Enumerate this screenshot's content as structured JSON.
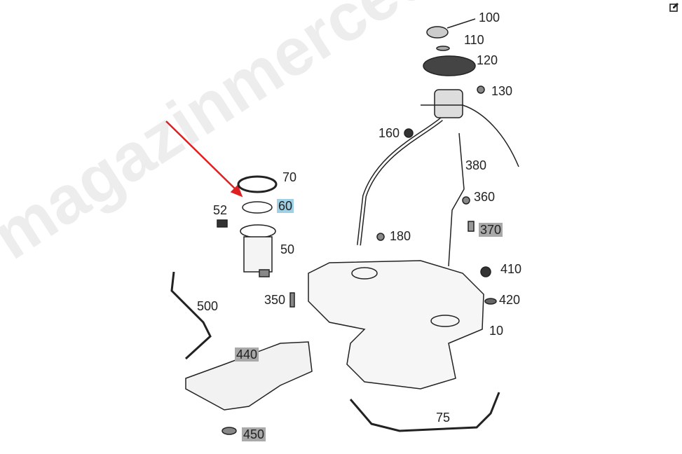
{
  "watermark": "magazinmercedes.ru",
  "callouts": [
    {
      "id": "100",
      "label": "100",
      "style": "plain"
    },
    {
      "id": "110",
      "label": "110",
      "style": "plain"
    },
    {
      "id": "120",
      "label": "120",
      "style": "plain"
    },
    {
      "id": "130",
      "label": "130",
      "style": "plain"
    },
    {
      "id": "160",
      "label": "160",
      "style": "plain"
    },
    {
      "id": "380",
      "label": "380",
      "style": "plain"
    },
    {
      "id": "360",
      "label": "360",
      "style": "plain"
    },
    {
      "id": "370",
      "label": "370",
      "style": "gray"
    },
    {
      "id": "180",
      "label": "180",
      "style": "plain"
    },
    {
      "id": "70",
      "label": "70",
      "style": "plain"
    },
    {
      "id": "60",
      "label": "60",
      "style": "selected"
    },
    {
      "id": "52",
      "label": "52",
      "style": "plain"
    },
    {
      "id": "50",
      "label": "50",
      "style": "plain"
    },
    {
      "id": "410",
      "label": "410",
      "style": "plain"
    },
    {
      "id": "420",
      "label": "420",
      "style": "plain"
    },
    {
      "id": "10",
      "label": "10",
      "style": "plain"
    },
    {
      "id": "350",
      "label": "350",
      "style": "plain"
    },
    {
      "id": "500",
      "label": "500",
      "style": "plain"
    },
    {
      "id": "440",
      "label": "440",
      "style": "gray"
    },
    {
      "id": "75",
      "label": "75",
      "style": "plain"
    },
    {
      "id": "450",
      "label": "450",
      "style": "gray"
    }
  ],
  "colors": {
    "selected": "#9fd0e3",
    "gray": "#a9a9a9",
    "arrow": "#e02020"
  }
}
